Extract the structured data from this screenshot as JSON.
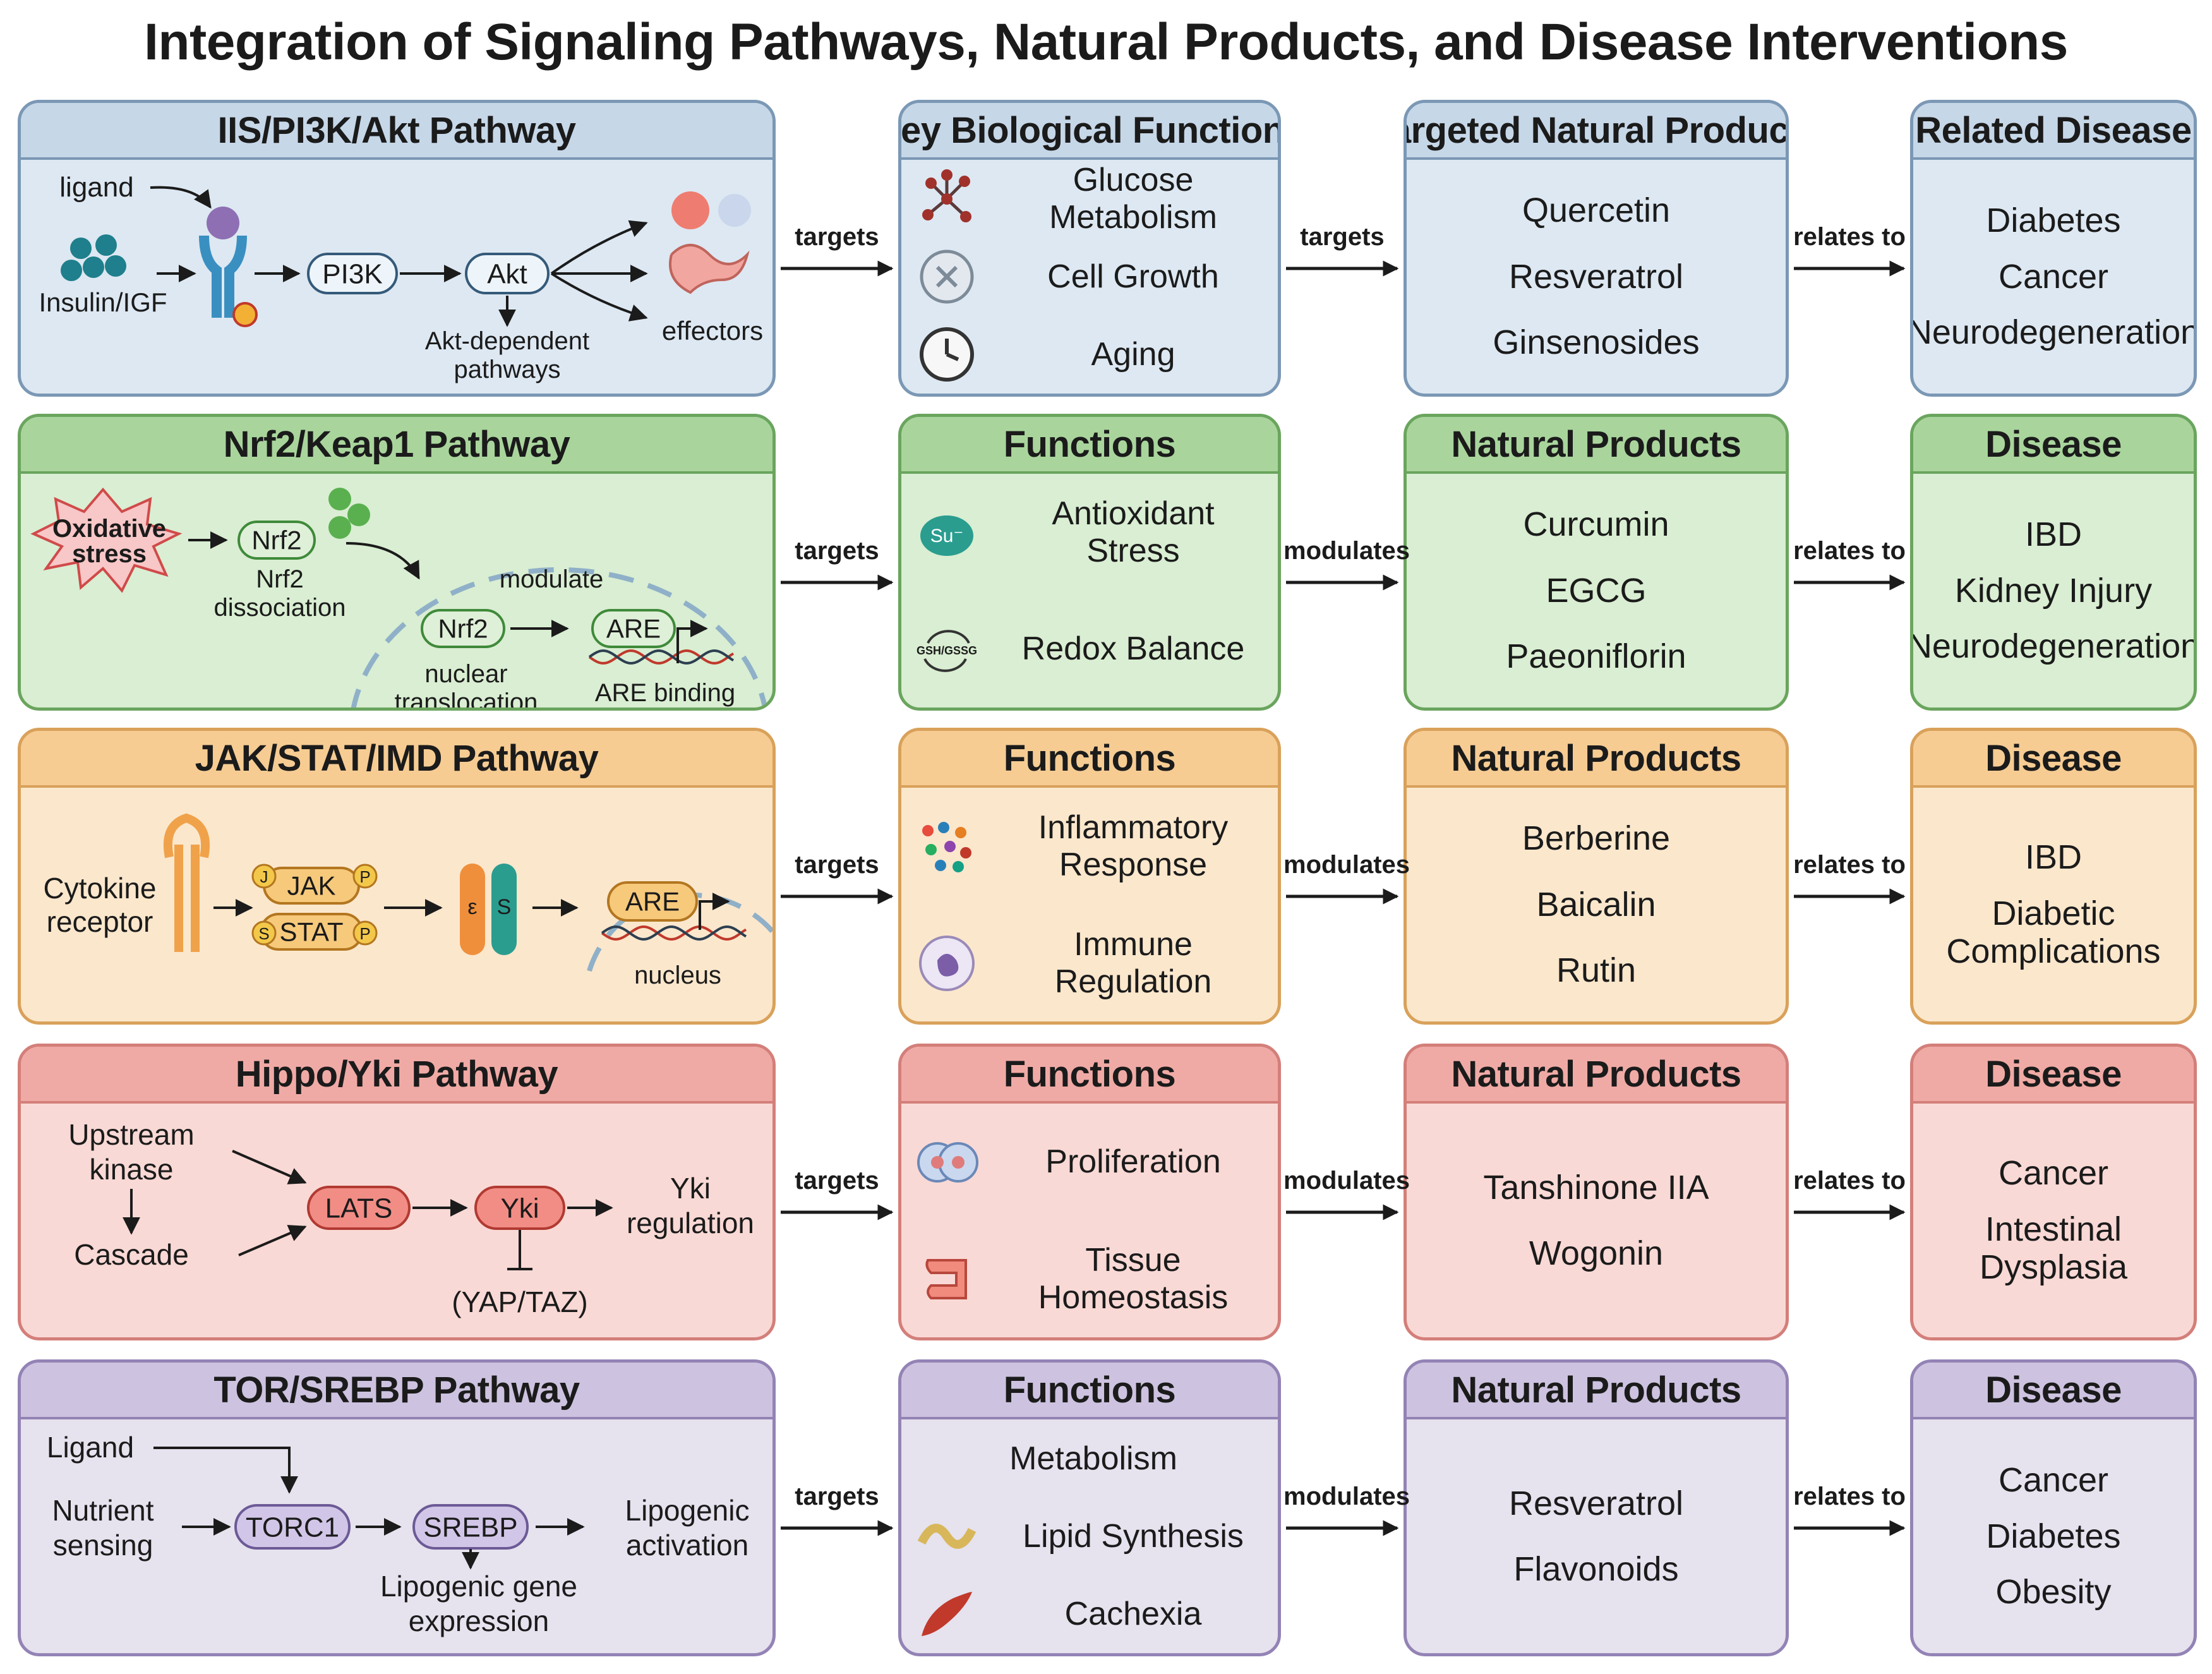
{
  "title": "Integration of Signaling Pathways, Natural Products, and Disease Interventions",
  "colors": {
    "blue": {
      "fill": "#dde8f2",
      "header": "#c6d7e8",
      "border": "#7b98b5"
    },
    "green": {
      "fill": "#d9eed2",
      "header": "#a9d59c",
      "border": "#6aa55e"
    },
    "orange": {
      "fill": "#fbe7cc",
      "header": "#f6cc93",
      "border": "#d9a15a"
    },
    "red": {
      "fill": "#f9d9d5",
      "header": "#f0aaa5",
      "border": "#d47f7a"
    },
    "purple": {
      "fill": "#e6e2ee",
      "header": "#cdc3e0",
      "border": "#9383b5"
    }
  },
  "rows": [
    {
      "pathway": {
        "title": "IIS/PI3K/Akt Pathway",
        "labels": {
          "ligand": "ligand",
          "insulin": "Insulin/IGF",
          "pi3k": "PI3K",
          "akt": "Akt",
          "akt_dep_1": "Akt-dependent",
          "akt_dep_2": "pathways",
          "effectors": "effectors"
        }
      },
      "functions": {
        "title": "Key Biological Functions",
        "items": [
          {
            "label": "Glucose Metabolism",
            "icon": "molecule-icon"
          },
          {
            "label": "Cell Growth",
            "icon": "cell-division-icon"
          },
          {
            "label": "Aging",
            "icon": "clock-icon"
          }
        ]
      },
      "c1": "targets",
      "products": {
        "title": "Targeted Natural Products",
        "items": [
          "Quercetin",
          "Resveratrol",
          "Ginsenosides"
        ]
      },
      "c2": "targets",
      "disease": {
        "title": "Related Disease",
        "items": [
          "Diabetes",
          "Cancer",
          "Neurodegeneration"
        ]
      },
      "c3": "relates to"
    },
    {
      "pathway": {
        "title": "Nrf2/Keap1 Pathway",
        "labels": {
          "oxid_1": "Oxidative",
          "oxid_2": "stress",
          "nrf2_a": "Nrf2",
          "nrf2_dis_1": "Nrf2",
          "nrf2_dis_2": "dissociation",
          "modulate": "modulate",
          "nrf2_b": "Nrf2",
          "are": "ARE",
          "nuc_1": "nuclear",
          "nuc_2": "translocation",
          "are_binding": "ARE binding"
        }
      },
      "functions": {
        "title": "Functions",
        "items": [
          {
            "label": "Antioxidant|Stress",
            "icon": "antioxidant-icon",
            "icon_text": "Su⁻"
          },
          {
            "label": "Redox Balance",
            "icon": "redox-cycle-icon",
            "icon_text": "GSH/GSSG"
          }
        ]
      },
      "c1": "targets",
      "products": {
        "title": "Natural Products",
        "items": [
          "Curcumin",
          "EGCG",
          "Paeoniflorin"
        ]
      },
      "c2": "modulates",
      "disease": {
        "title": "Disease",
        "items": [
          "IBD",
          "Kidney Injury",
          "Neurodegeneration"
        ]
      },
      "c3": "relates to"
    },
    {
      "pathway": {
        "title": "JAK/STAT/IMD Pathway",
        "labels": {
          "cyt_1": "Cytokine",
          "cyt_2": "receptor",
          "jak": "JAK",
          "stat": "STAT",
          "j": "J",
          "p": "P",
          "s_small": "S",
          "e": "ε",
          "s": "S",
          "are": "ARE",
          "nucleus": "nucleus"
        }
      },
      "functions": {
        "title": "Functions",
        "items": [
          {
            "label": "Inflammatory|Response",
            "icon": "dots-icon"
          },
          {
            "label": "Immune|Regulation",
            "icon": "immune-cell-icon"
          }
        ]
      },
      "c1": "targets",
      "products": {
        "title": "Natural Products",
        "items": [
          "Berberine",
          "Baicalin",
          "Rutin"
        ]
      },
      "c2": "modulates",
      "disease": {
        "title": "Disease",
        "items": [
          "IBD",
          "Diabetic|Complications"
        ]
      },
      "c3": "relates to"
    },
    {
      "pathway": {
        "title": "Hippo/Yki Pathway",
        "labels": {
          "up_1": "Upstream",
          "up_2": "kinase",
          "cascade": "Cascade",
          "lats": "LATS",
          "yki": "Yki",
          "yki_reg_1": "Yki",
          "yki_reg_2": "regulation",
          "yap": "(YAP/TAZ)"
        }
      },
      "functions": {
        "title": "Functions",
        "items": [
          {
            "label": "Proliferation",
            "icon": "dividing-cell-icon"
          },
          {
            "label": "Tissue|Homeostasis",
            "icon": "intestine-icon"
          }
        ]
      },
      "c1": "targets",
      "products": {
        "title": "Natural Products",
        "items": [
          "Tanshinone IIA",
          "Wogonin"
        ]
      },
      "c2": "modulates",
      "disease": {
        "title": "Disease",
        "items": [
          "Cancer",
          "Intestinal|Dysplasia"
        ]
      },
      "c3": "relates to"
    },
    {
      "pathway": {
        "title": "TOR/SREBP Pathway",
        "labels": {
          "ligand": "Ligand",
          "nut_1": "Nutrient",
          "nut_2": "sensing",
          "torc1": "TORC1",
          "srebp": "SREBP",
          "lipo_1": "Lipogenic",
          "lipo_2": "activation",
          "gene_1": "Lipogenic gene",
          "gene_2": "expression"
        }
      },
      "functions": {
        "title": "Functions",
        "items": [
          {
            "label": "Metabolism",
            "icon": ""
          },
          {
            "label": "Lipid Synthesis",
            "icon": "lipid-droplet-icon"
          },
          {
            "label": "Cachexia",
            "icon": "muscle-icon"
          }
        ]
      },
      "c1": "targets",
      "products": {
        "title": "Natural Products",
        "items": [
          "Resveratrol",
          "Flavonoids"
        ]
      },
      "c2": "modulates",
      "disease": {
        "title": "Disease",
        "items": [
          "Cancer",
          "Diabetes",
          "Obesity"
        ]
      },
      "c3": "relates to"
    }
  ]
}
